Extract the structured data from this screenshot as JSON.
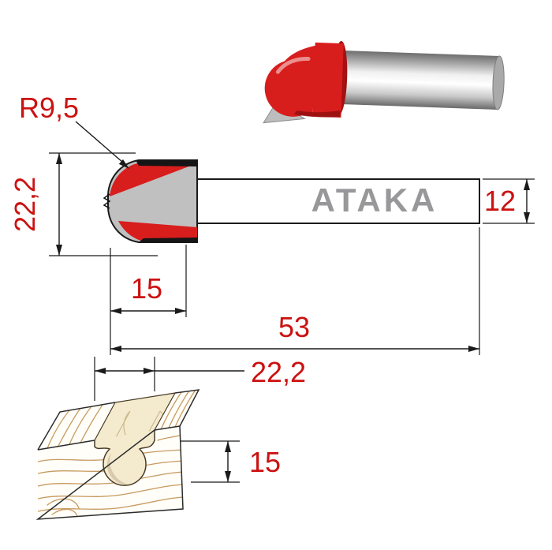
{
  "drawing": {
    "brand": "ATAKA",
    "dims": {
      "radius": "R9,5",
      "cutter_diameter": "22,2",
      "cutter_length": "15",
      "shank_diameter": "12",
      "overall_length": "53",
      "groove_width": "22,2",
      "groove_depth": "15"
    }
  },
  "colors": {
    "dimension_text": "#cc1111",
    "cutter_red": "#d81d1d",
    "steel_gray": "#bdbdbd",
    "brand_gray": "#98989a",
    "wood_grain": "#c79a5f",
    "cut_surface": "#f4ebcf",
    "outline": "#1a1a1a",
    "background": "#ffffff"
  }
}
